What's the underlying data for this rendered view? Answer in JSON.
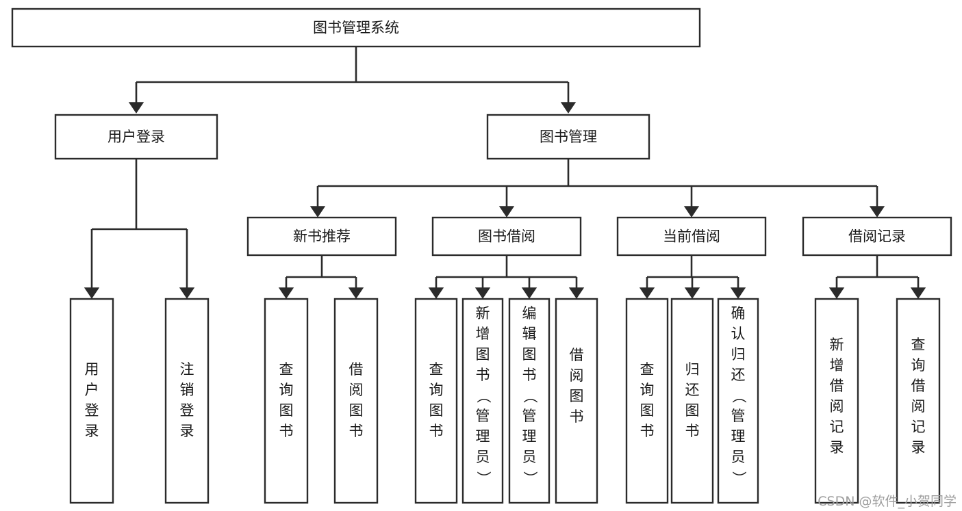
{
  "diagram": {
    "kind": "functional-structure-tree",
    "title": "图书管理系统",
    "watermark": "CSDN @软件_小贺同学",
    "colors": {
      "stroke": "#2b2b2b",
      "fill": "#ffffff",
      "text": "#1a1a1a",
      "watermark": "#9e9e9e",
      "background": "#ffffff"
    },
    "nodes": {
      "root": {
        "label": "图书管理系统",
        "level": 0,
        "orientation": "horizontal"
      },
      "user_login": {
        "label": "用户登录",
        "level": 1,
        "orientation": "horizontal"
      },
      "book_manage": {
        "label": "图书管理",
        "level": 1,
        "orientation": "horizontal"
      },
      "new_book_rec": {
        "label": "新书推荐",
        "level": 2,
        "orientation": "horizontal"
      },
      "book_borrow": {
        "label": "图书借阅",
        "level": 2,
        "orientation": "horizontal"
      },
      "current_borrow": {
        "label": "当前借阅",
        "level": 2,
        "orientation": "horizontal"
      },
      "borrow_record": {
        "label": "借阅记录",
        "level": 2,
        "orientation": "horizontal"
      },
      "leaf_user_login": {
        "label": "用户登录",
        "level": 2,
        "orientation": "vertical"
      },
      "leaf_logout": {
        "label": "注销登录",
        "level": 2,
        "orientation": "vertical"
      },
      "leaf_rec_query": {
        "label": "查询图书",
        "level": 3,
        "orientation": "vertical"
      },
      "leaf_rec_borrow": {
        "label": "借阅图书",
        "level": 3,
        "orientation": "vertical"
      },
      "leaf_bb_query": {
        "label": "查询图书",
        "level": 3,
        "orientation": "vertical"
      },
      "leaf_bb_add": {
        "label": "新增图书（管理员）",
        "level": 3,
        "orientation": "vertical"
      },
      "leaf_bb_edit": {
        "label": "编辑图书（管理员）",
        "level": 3,
        "orientation": "vertical"
      },
      "leaf_bb_borrow": {
        "label": "借阅图书",
        "level": 3,
        "orientation": "vertical"
      },
      "leaf_cb_query": {
        "label": "查询图书",
        "level": 3,
        "orientation": "vertical"
      },
      "leaf_cb_return": {
        "label": "归还图书",
        "level": 3,
        "orientation": "vertical"
      },
      "leaf_cb_confirm": {
        "label": "确认归还（管理员）",
        "level": 3,
        "orientation": "vertical"
      },
      "leaf_br_add": {
        "label": "新增借阅记录",
        "level": 3,
        "orientation": "vertical"
      },
      "leaf_br_query": {
        "label": "查询借阅记录",
        "level": 3,
        "orientation": "vertical"
      }
    },
    "edges": [
      {
        "from": "root",
        "to": "user_login"
      },
      {
        "from": "root",
        "to": "book_manage"
      },
      {
        "from": "user_login",
        "to": "leaf_user_login"
      },
      {
        "from": "user_login",
        "to": "leaf_logout"
      },
      {
        "from": "book_manage",
        "to": "new_book_rec"
      },
      {
        "from": "book_manage",
        "to": "book_borrow"
      },
      {
        "from": "book_manage",
        "to": "current_borrow"
      },
      {
        "from": "book_manage",
        "to": "borrow_record"
      },
      {
        "from": "new_book_rec",
        "to": "leaf_rec_query"
      },
      {
        "from": "new_book_rec",
        "to": "leaf_rec_borrow"
      },
      {
        "from": "book_borrow",
        "to": "leaf_bb_query"
      },
      {
        "from": "book_borrow",
        "to": "leaf_bb_add"
      },
      {
        "from": "book_borrow",
        "to": "leaf_bb_edit"
      },
      {
        "from": "book_borrow",
        "to": "leaf_bb_borrow"
      },
      {
        "from": "current_borrow",
        "to": "leaf_cb_query"
      },
      {
        "from": "current_borrow",
        "to": "leaf_cb_return"
      },
      {
        "from": "current_borrow",
        "to": "leaf_cb_confirm"
      },
      {
        "from": "borrow_record",
        "to": "leaf_br_add"
      },
      {
        "from": "borrow_record",
        "to": "leaf_br_query"
      }
    ]
  }
}
